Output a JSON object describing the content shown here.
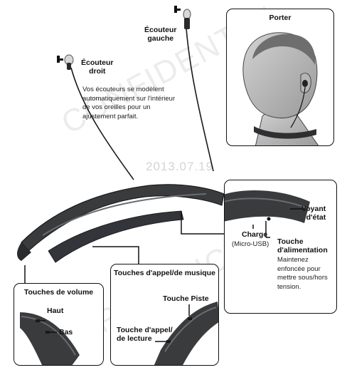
{
  "earbud_left_label": "Écouteur\ngauche",
  "earbud_right_label": "Écouteur\ndroit",
  "fit_description": "Vos écouteurs se modèlent automatiquement sur l'intérieur de vos oreilles pour un ajustement parfait.",
  "panels": {
    "wear": {
      "title": "Porter"
    },
    "status": {
      "led_label": "Voyant\nd'état",
      "charge_label": "Charge",
      "charge_sub": "(Micro-USB)",
      "power_label": "Touche\nd'alimentation",
      "power_desc": "Maintenez enfoncée pour mettre sous/hors tension."
    },
    "volume": {
      "title": "Touches de volume",
      "up": "Haut",
      "down": "Bas"
    },
    "call": {
      "title": "Touches d'appel/de musique",
      "track": "Touche Piste",
      "call_play": "Touche d'appel/\nde lecture"
    }
  },
  "watermark": {
    "date": "2013.07.19"
  },
  "colors": {
    "device": "#3a3b3d",
    "outline": "#111111",
    "watermark": "#d9d9d9"
  }
}
